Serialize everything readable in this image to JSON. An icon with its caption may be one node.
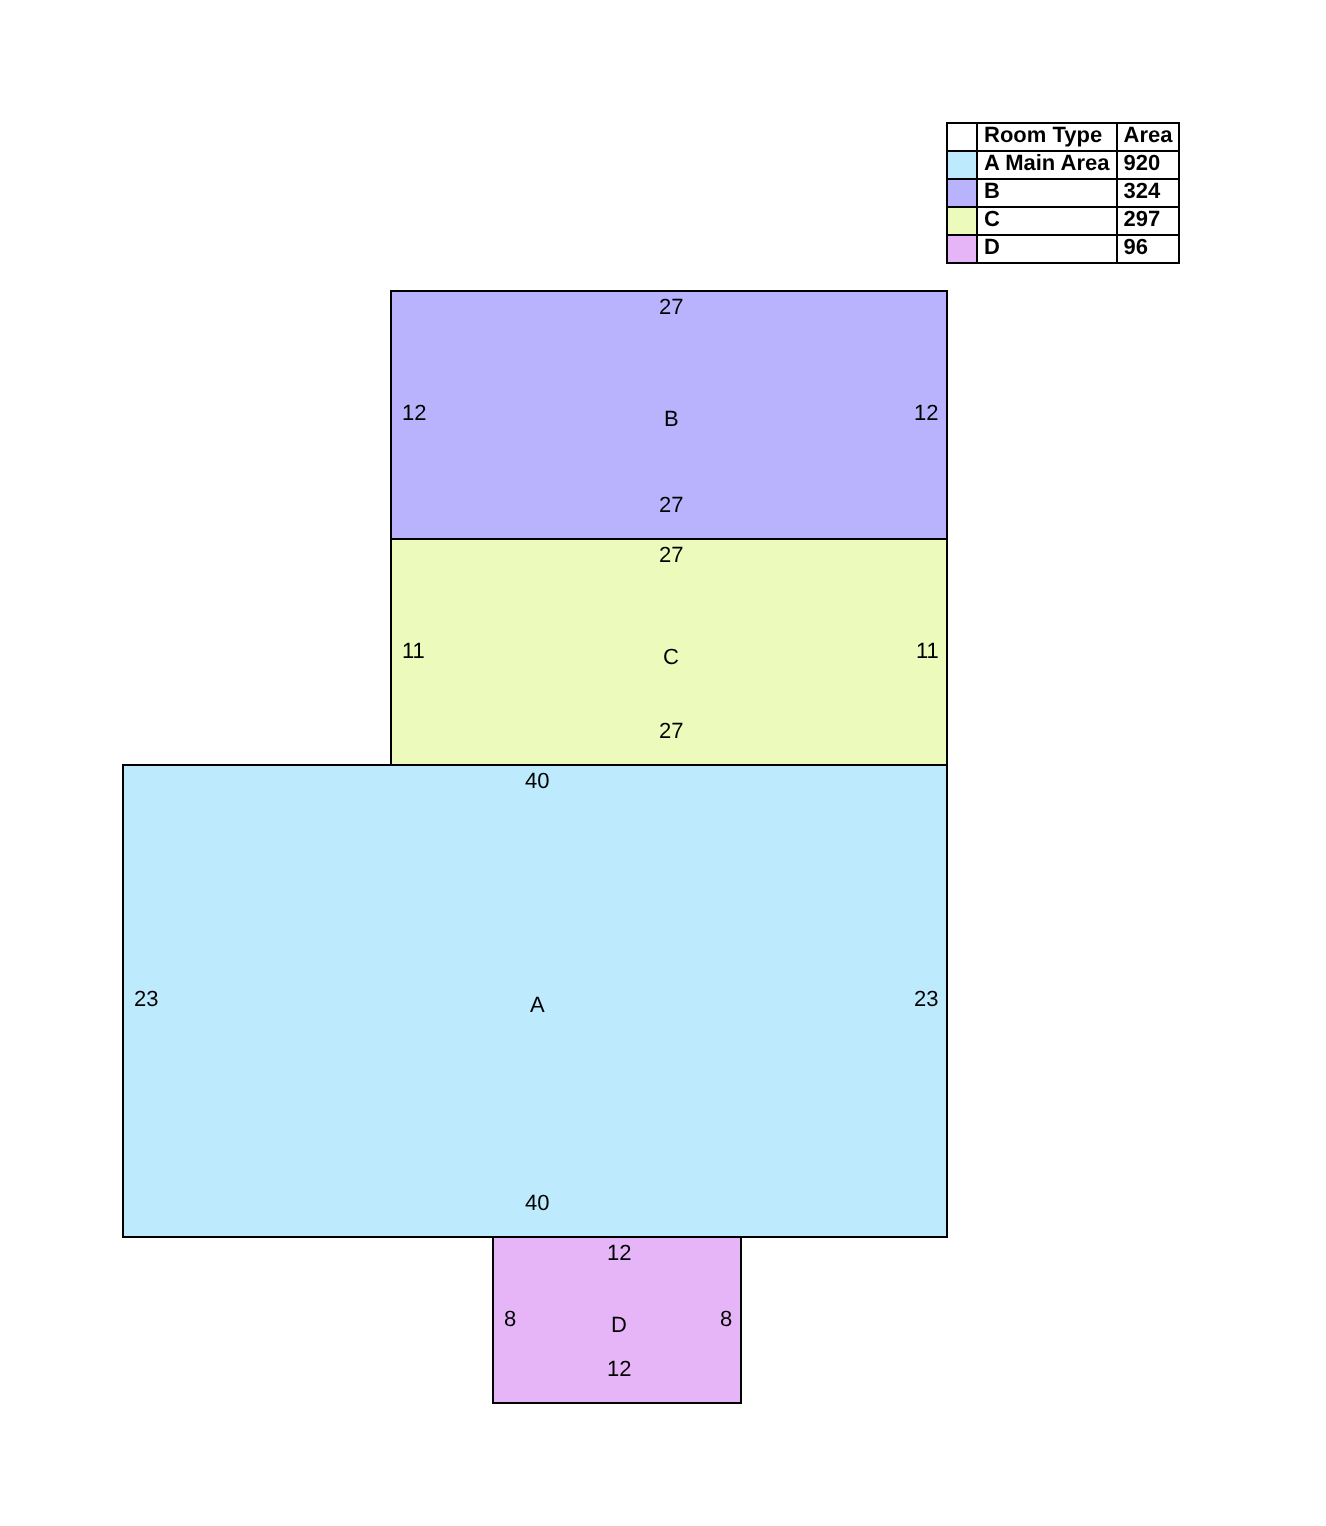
{
  "diagram": {
    "nodes": [
      {
        "text": [
          "27",
          "12",
          "B",
          "12",
          "27"
        ]
      },
      {
        "text": [
          "27",
          "11",
          "C",
          "11",
          "27"
        ]
      },
      {
        "text": [
          "40",
          "23",
          "A",
          "23",
          "40"
        ]
      },
      {
        "text": [
          "12",
          "8",
          "D",
          "8",
          "12"
        ]
      }
    ],
    "labels": [
      "Room Type",
      "Area",
      "920",
      "324",
      "297",
      "96"
    ],
    "legend": [
      {
        "text": "A Main Area",
        "color": "#bdeafd"
      },
      {
        "text": "B",
        "color": "#b9b3fd"
      },
      {
        "text": "C",
        "color": "#ecfabc"
      },
      {
        "text": "D",
        "color": "#e5b5f7"
      }
    ]
  }
}
